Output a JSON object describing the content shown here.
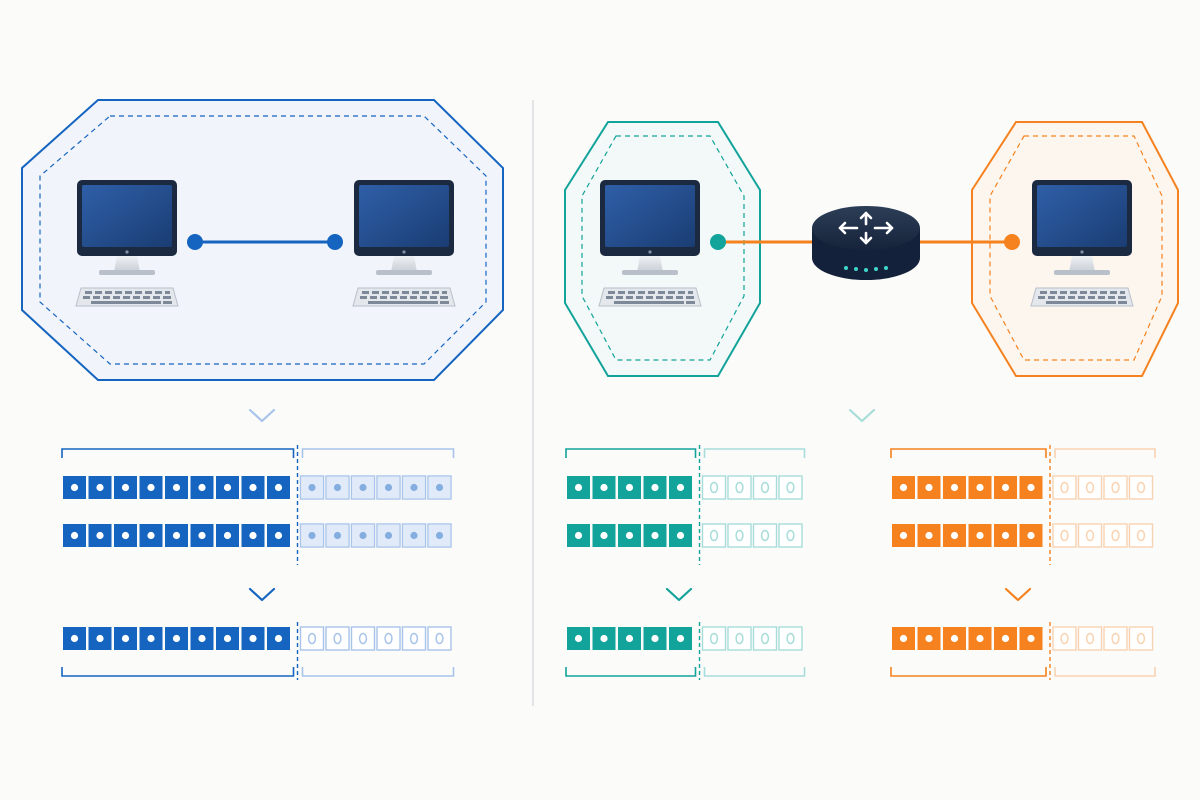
{
  "colors": {
    "background": "#fbfbfa",
    "divider": "#d9dde2",
    "blue": "#1565c0",
    "blue_light": "#a8c4ea",
    "teal": "#12a39a",
    "teal_light": "#a7ddd9",
    "orange": "#f5821f",
    "orange_light": "#f9d3b1",
    "computer": "#1b2a41",
    "router": "#1b2a41"
  },
  "icons": {
    "computer": "desktop-computer-icon",
    "router": "router-icon",
    "arrow": "chevron-down-icon"
  },
  "left_panel": {
    "segment_color": "blue",
    "link": "direct",
    "devices": [
      "computer",
      "computer"
    ],
    "bit_groups": [
      {
        "rows": [
          {
            "filled": 9,
            "empty": 6,
            "empty_style": "dot"
          },
          {
            "filled": 9,
            "empty": 6,
            "empty_style": "dot"
          }
        ]
      },
      {
        "rows": [
          {
            "filled": 9,
            "empty": 6,
            "empty_style": "zero"
          }
        ]
      }
    ]
  },
  "right_panel": {
    "link": "via-router",
    "devices": [
      "computer",
      "router",
      "computer"
    ],
    "networks": [
      {
        "segment_color": "teal",
        "bit_groups": [
          {
            "rows": [
              {
                "filled": 5,
                "empty": 4,
                "empty_style": "zero"
              },
              {
                "filled": 5,
                "empty": 4,
                "empty_style": "zero"
              }
            ]
          },
          {
            "rows": [
              {
                "filled": 5,
                "empty": 4,
                "empty_style": "zero"
              }
            ]
          }
        ]
      },
      {
        "segment_color": "orange",
        "bit_groups": [
          {
            "rows": [
              {
                "filled": 6,
                "empty": 4,
                "empty_style": "zero"
              },
              {
                "filled": 6,
                "empty": 4,
                "empty_style": "zero"
              }
            ]
          },
          {
            "rows": [
              {
                "filled": 6,
                "empty": 4,
                "empty_style": "zero"
              }
            ]
          }
        ]
      }
    ]
  }
}
